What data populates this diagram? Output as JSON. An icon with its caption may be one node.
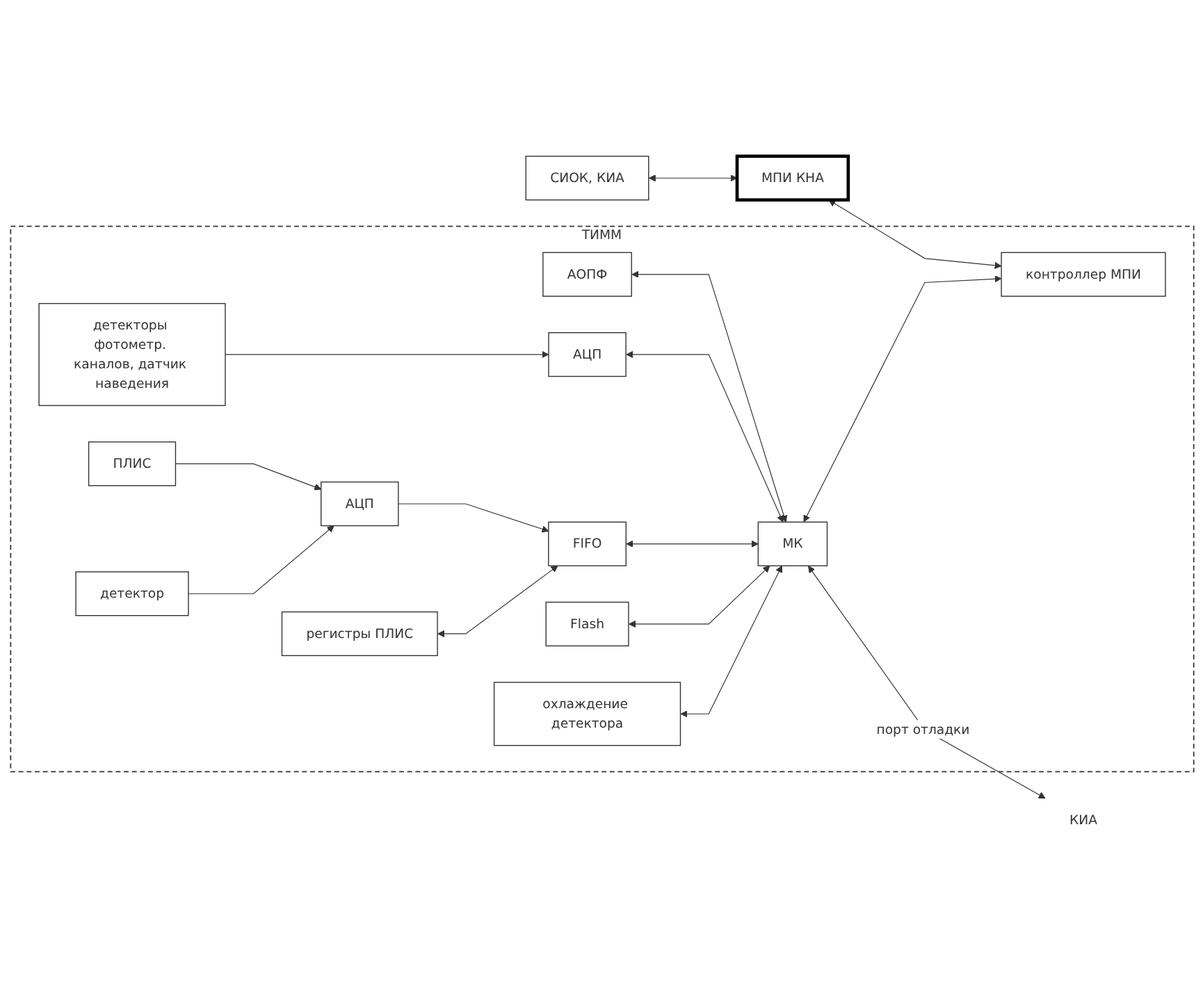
{
  "diagram": {
    "nodes": [
      {
        "text": [
          "ТИММ"
        ]
      },
      {
        "text": [
          "СИОК, КИА"
        ]
      },
      {
        "text": [
          "МПИ КНА"
        ]
      },
      {
        "text": [
          "ПЛИС"
        ],
        "in": 0
      },
      {
        "text": [
          "МК"
        ],
        "in": 0
      },
      {
        "text": [
          "контроллер МПИ"
        ],
        "in": 0
      },
      {
        "text": [
          "детекторы фотометр. каналов, датчик наведения"
        ],
        "in": 0
      },
      {
        "text": [
          "АОПФ"
        ],
        "in": 0
      },
      {
        "text": [
          "АЦП"
        ],
        "in": 0
      },
      {
        "text": [
          "регистры ПЛИС"
        ],
        "in": 0
      },
      {
        "text": [
          "детектор"
        ],
        "in": 0
      },
      {
        "text": [
          "АЦП"
        ],
        "in": 0
      },
      {
        "text": [
          "FIFO"
        ],
        "in": 0
      },
      {
        "text": [
          "Flash"
        ],
        "in": 0
      },
      {
        "text": [
          "охлаждение детектора"
        ],
        "in": 0
      },
      {
        "text": [
          "КИА"
        ]
      }
    ],
    "edges": [
      {
        "from": 1,
        "to": 2,
        "arrow": "both"
      },
      {
        "from": 2,
        "to": 5,
        "arrow": "both"
      },
      {
        "from": 4,
        "to": 5,
        "arrow": "both"
      },
      {
        "from": 6,
        "to": 8,
        "arrow": "to"
      },
      {
        "from": 7,
        "to": 4,
        "arrow": "both"
      },
      {
        "from": 8,
        "to": 4,
        "arrow": "both"
      },
      {
        "from": 4,
        "to": 15,
        "label": "порт отладки",
        "arrow": "both"
      },
      {
        "from": 3,
        "to": 11,
        "arrow": "to"
      },
      {
        "from": 10,
        "to": 11,
        "arrow": "to"
      },
      {
        "from": 11,
        "to": 12,
        "arrow": "to"
      },
      {
        "from": 9,
        "to": 12,
        "arrow": "both"
      },
      {
        "from": 12,
        "to": 4,
        "arrow": "both"
      },
      {
        "from": 13,
        "to": 4,
        "arrow": "both"
      },
      {
        "from": 14,
        "to": 4,
        "arrow": "both"
      }
    ]
  }
}
